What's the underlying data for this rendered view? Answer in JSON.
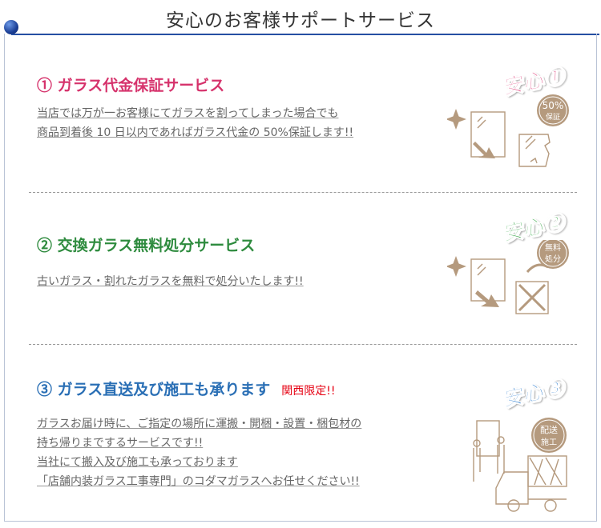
{
  "header": {
    "title": "安心のお客様サポートサービス"
  },
  "sections": [
    {
      "heading": "① ガラス代金保証サービス",
      "heading_color": "#d6336c",
      "lines": [
        "当店では万が一お客様にてガラスを割ってしまった場合でも",
        "商品到着後 10 日以内であればガラス代金の 50%保証します!!"
      ],
      "badge": "安心①",
      "badge_color": "#e0457f",
      "circle_top": "50%",
      "circle_bottom": "保証"
    },
    {
      "heading": "② 交換ガラス無料処分サービス",
      "heading_color": "#2e8b3e",
      "lines": [
        "古いガラス・割れたガラスを無料で処分いたします!!"
      ],
      "badge": "安心②",
      "badge_color": "#3aa84a",
      "circle_top": "無料",
      "circle_bottom": "処分"
    },
    {
      "heading": "③ ガラス直送及び施工も承ります",
      "heading_note": "関西限定!!",
      "heading_color": "#2a6fb5",
      "lines": [
        "ガラスお届け時に、ご指定の場所に運搬・開梱・設置・梱包材の",
        "持ち帰りまでするサービスです!!",
        "当社にて搬入及び施工も承っております",
        "「店舗内装ガラス工事専門」のコダマガラスへお任せください!!"
      ],
      "badge": "安心③",
      "badge_color": "#2f7fd0",
      "circle_top": "配送",
      "circle_bottom": "施工"
    }
  ],
  "colors": {
    "accent_blue": "#1d3f8c",
    "illustration": "#b59a7e",
    "warning_red": "#e60012"
  }
}
